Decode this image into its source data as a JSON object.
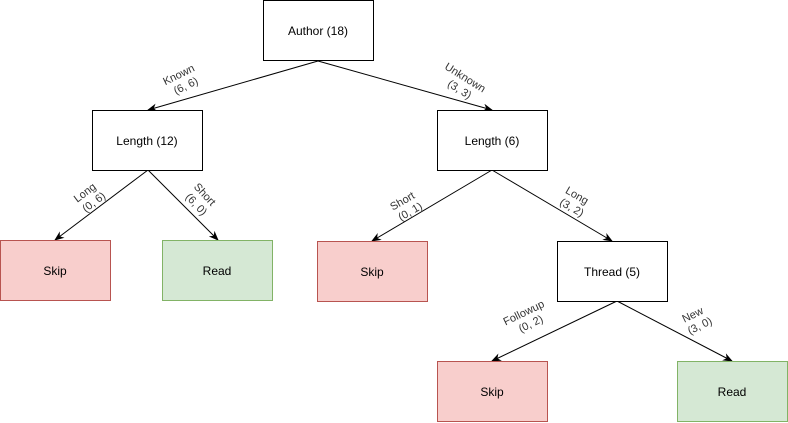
{
  "colors": {
    "default_fill": "#ffffff",
    "default_stroke": "#000000",
    "skip_fill": "#f8cecc",
    "skip_stroke": "#b85450",
    "read_fill": "#d5e8d4",
    "read_stroke": "#82b366"
  },
  "nodes": {
    "author": {
      "label": "Author (18)",
      "style": "default"
    },
    "length_known": {
      "label": "Length (12)",
      "style": "default"
    },
    "length_unknown": {
      "label": "Length (6)",
      "style": "default"
    },
    "skip_long": {
      "label": "Skip",
      "style": "skip"
    },
    "read_short": {
      "label": "Read",
      "style": "read"
    },
    "skip_short": {
      "label": "Skip",
      "style": "skip"
    },
    "thread": {
      "label": "Thread (5)",
      "style": "default"
    },
    "skip_followup": {
      "label": "Skip",
      "style": "skip"
    },
    "read_new": {
      "label": "Read",
      "style": "read"
    }
  },
  "edges": {
    "known": {
      "label": "Known",
      "counts": "(6, 6)"
    },
    "unknown": {
      "label": "Unknown",
      "counts": "(3, 3)"
    },
    "long_known": {
      "label": "Long",
      "counts": "(0, 6)"
    },
    "short_known": {
      "label": "Short",
      "counts": "(6, 0)"
    },
    "short_unknown": {
      "label": "Short",
      "counts": "(0, 1)"
    },
    "long_unknown": {
      "label": "Long",
      "counts": "(3, 2)"
    },
    "followup": {
      "label": "Followup",
      "counts": "(0, 2)"
    },
    "new": {
      "label": "New",
      "counts": "(3, 0)"
    }
  }
}
